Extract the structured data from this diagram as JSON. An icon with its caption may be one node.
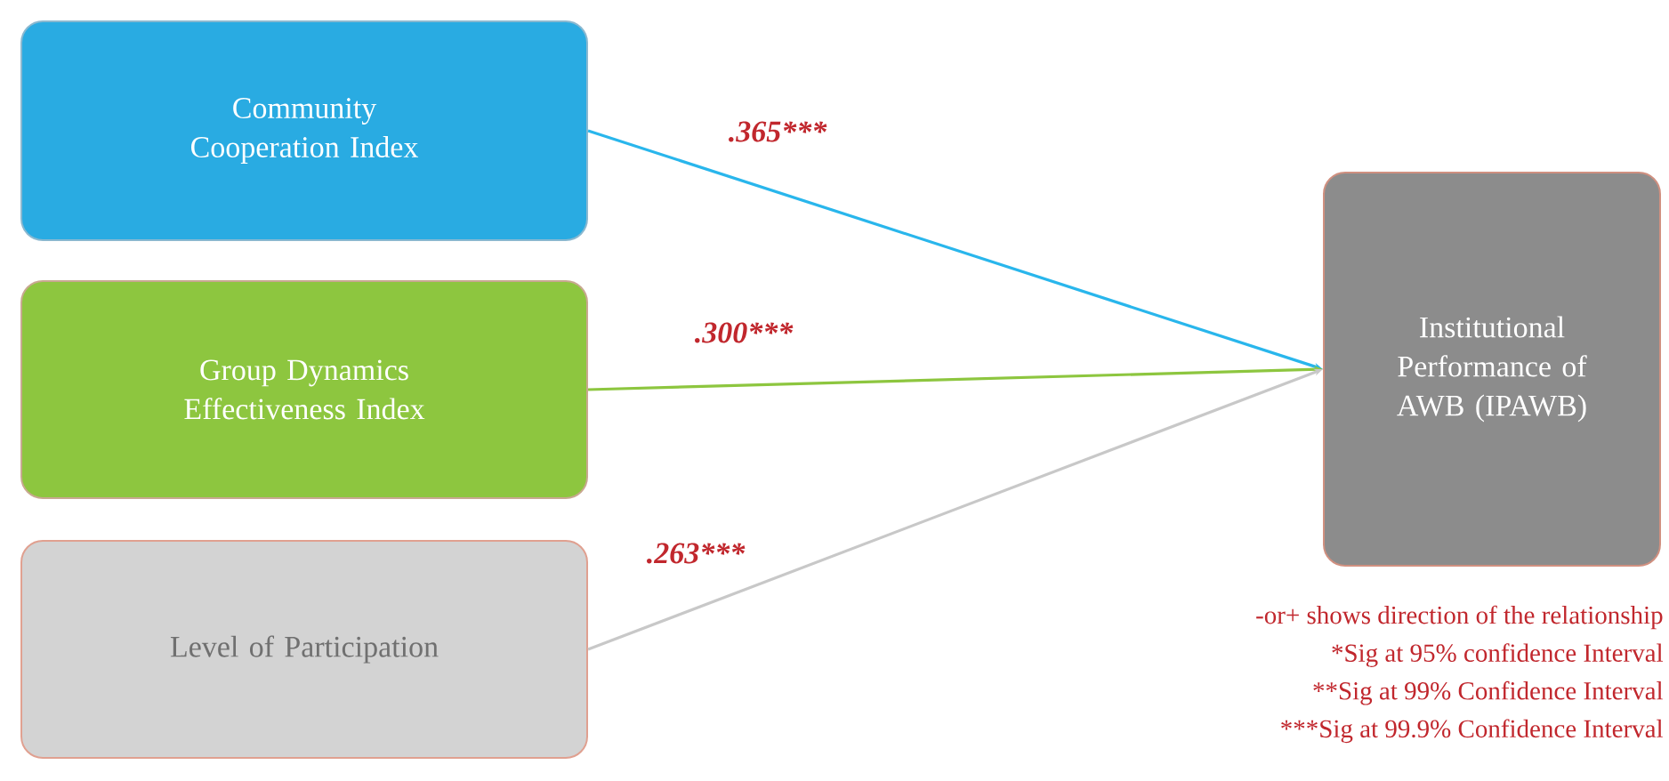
{
  "diagram": {
    "nodes": [
      {
        "text": [
          "Community Cooperation Index"
        ]
      },
      {
        "text": [
          "Group Dynamics Effectiveness Index"
        ]
      },
      {
        "text": [
          "Level of Participation"
        ]
      },
      {
        "text": [
          "Institutional Performance of AWB (IPAWB)"
        ]
      }
    ],
    "edges": [
      {
        "from": 0,
        "to": 3,
        "arrow": "to",
        "label": ".365***",
        "color": "#29b6ec"
      },
      {
        "from": 1,
        "to": 3,
        "arrow": "to",
        "label": ".300***",
        "color": "#8dc63f"
      },
      {
        "from": 2,
        "to": 3,
        "arrow": "to",
        "label": ".263***",
        "color": "#c8c8c8"
      }
    ],
    "labels": [
      "-or+ shows direction of the relationship",
      "*Sig at 95% confidence Interval",
      "**Sig at 99% Confidence Interval",
      "***Sig at 99.9% Confidence Interval"
    ]
  }
}
